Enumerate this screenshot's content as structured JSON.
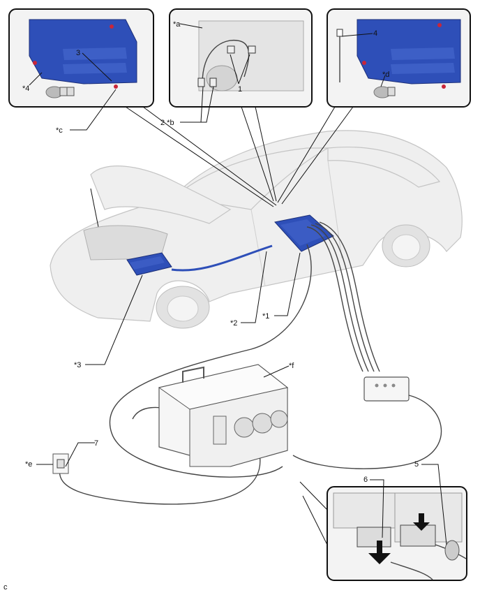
{
  "labels": {
    "n1": "1",
    "n2b": "2 *b",
    "n3": "3",
    "n4": "4",
    "n5": "5",
    "n6": "6",
    "n7": "7",
    "s1": "*1",
    "s2": "*2",
    "s3": "*3",
    "s4": "*4",
    "sa": "*a",
    "sc": "*c",
    "sd": "*d",
    "se": "*e",
    "sf": "*f",
    "corner": "c"
  },
  "colors": {
    "highlight": "#2e4fb8",
    "bolt": "#c8263a"
  }
}
